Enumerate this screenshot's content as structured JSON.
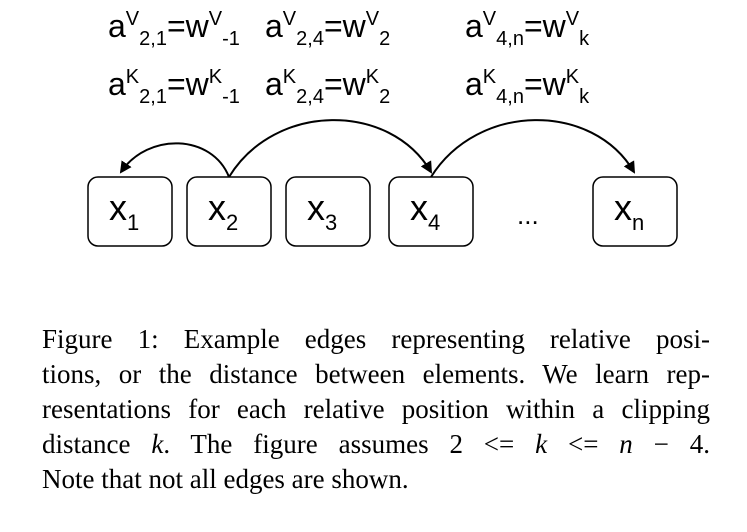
{
  "equations": {
    "v1": {
      "base": "a",
      "sup": "V",
      "sub": "2,1",
      "eq": "=w",
      "rsup": "V",
      "rsub": "-1"
    },
    "v2": {
      "base": "a",
      "sup": "V",
      "sub": "2,4",
      "eq": "=w",
      "rsup": "V",
      "rsub": "2"
    },
    "v3": {
      "base": "a",
      "sup": "V",
      "sub": "4,n",
      "eq": "=w",
      "rsup": "V",
      "rsub": "k"
    },
    "k1": {
      "base": "a",
      "sup": "K",
      "sub": "2,1",
      "eq": "=w",
      "rsup": "K",
      "rsub": "-1"
    },
    "k2": {
      "base": "a",
      "sup": "K",
      "sub": "2,4",
      "eq": "=w",
      "rsup": "K",
      "rsub": "2"
    },
    "k3": {
      "base": "a",
      "sup": "K",
      "sub": "4,n",
      "eq": "=w",
      "rsup": "K",
      "rsub": "k"
    }
  },
  "nodes": [
    {
      "base": "x",
      "sub": "1"
    },
    {
      "base": "x",
      "sub": "2"
    },
    {
      "base": "x",
      "sub": "3"
    },
    {
      "base": "x",
      "sub": "4"
    },
    {
      "base": "x",
      "sub": "n"
    }
  ],
  "ellipsis": "...",
  "caption": {
    "line1": "Figure 1:  Example edges representing relative posi-",
    "line2": "tions, or the distance between elements. We learn rep-",
    "line3": "resentations for each relative position within a clipping",
    "line4a": "distance ",
    "line4k": "k",
    "line4b": ".  The figure assumes 2 <= ",
    "line4k2": "k",
    "line4c": " <= ",
    "line4n": "n",
    "line4d": " − 4.",
    "line5": "Note that not all edges are shown."
  }
}
